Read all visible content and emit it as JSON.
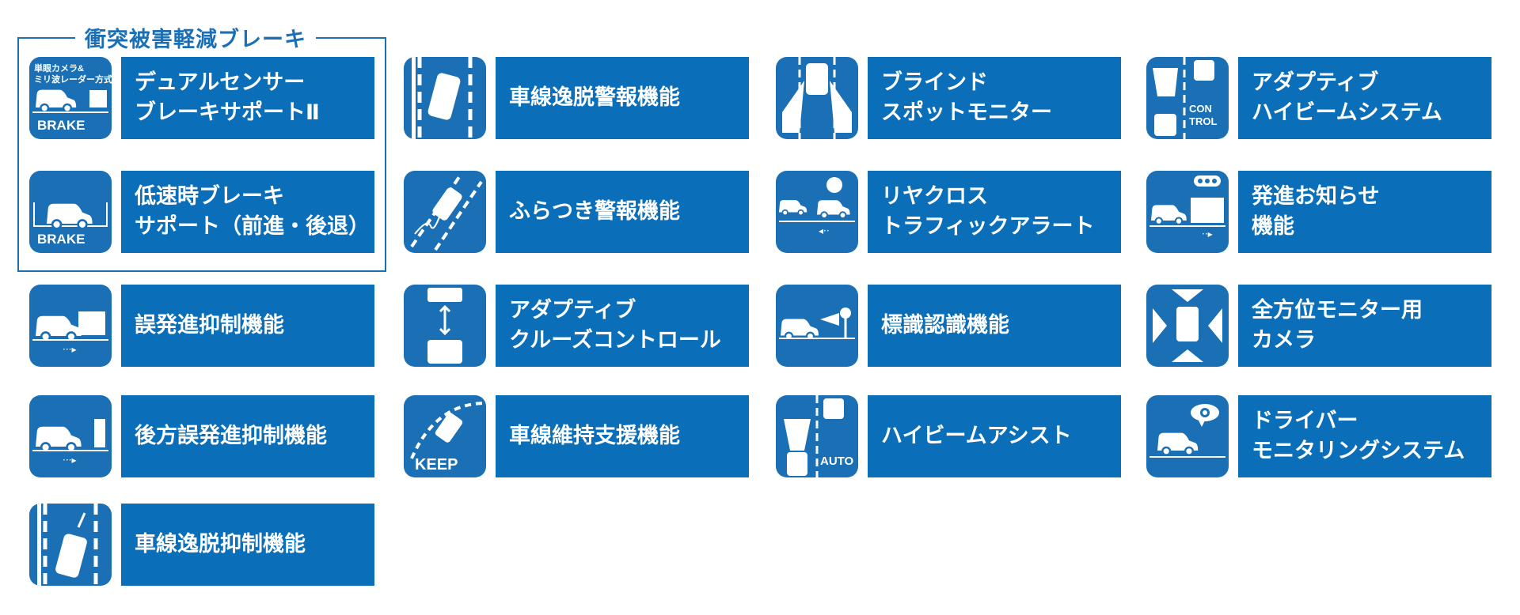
{
  "group": {
    "title": "衝突被害軽減ブレーキ"
  },
  "features": [
    {
      "lines": [
        "デュアルセンサー",
        "ブレーキサポートⅡ"
      ],
      "icon": "dual-sensor-brake-icon",
      "icon_text": [
        "単眼カメラ&",
        "ミリ波レーダー方式",
        "BRAKE"
      ]
    },
    {
      "lines": [
        "低速時ブレーキ",
        "サポート（前進・後退）"
      ],
      "icon": "low-speed-brake-icon",
      "icon_text": [
        "BRAKE"
      ]
    },
    {
      "lines": [
        "誤発進抑制機能"
      ],
      "icon": "false-start-prevention-icon"
    },
    {
      "lines": [
        "後方誤発進抑制機能"
      ],
      "icon": "rear-false-start-prevention-icon"
    },
    {
      "lines": [
        "車線逸脱抑制機能"
      ],
      "icon": "lane-departure-prevention-icon"
    },
    {
      "lines": [
        "車線逸脱警報機能"
      ],
      "icon": "lane-departure-warning-icon"
    },
    {
      "lines": [
        "ふらつき警報機能"
      ],
      "icon": "sway-warning-icon"
    },
    {
      "lines": [
        "アダプティブ",
        "クルーズコントロール"
      ],
      "icon": "adaptive-cruise-icon"
    },
    {
      "lines": [
        "車線維持支援機能"
      ],
      "icon": "lane-keep-icon",
      "icon_text": [
        "KEEP"
      ]
    },
    {
      "lines": [
        "ブラインド",
        "スポットモニター"
      ],
      "icon": "blind-spot-icon"
    },
    {
      "lines": [
        "リヤクロス",
        "トラフィックアラート"
      ],
      "icon": "rear-cross-traffic-icon"
    },
    {
      "lines": [
        "標識認識機能"
      ],
      "icon": "sign-recognition-icon"
    },
    {
      "lines": [
        "ハイビームアシスト"
      ],
      "icon": "high-beam-assist-icon",
      "icon_text": [
        "AUTO"
      ]
    },
    {
      "lines": [
        "アダプティブ",
        "ハイビームシステム"
      ],
      "icon": "adaptive-high-beam-icon",
      "icon_text": [
        "CON",
        "TROL"
      ]
    },
    {
      "lines": [
        "発進お知らせ",
        "機能"
      ],
      "icon": "start-notification-icon"
    },
    {
      "lines": [
        "全方位モニター用",
        "カメラ"
      ],
      "icon": "panoramic-camera-icon"
    },
    {
      "lines": [
        "ドライバー",
        "モニタリングシステム"
      ],
      "icon": "driver-monitor-icon"
    }
  ],
  "colors": {
    "brand": "#0a6eb8",
    "icon_bg": "#1a6fb5"
  }
}
